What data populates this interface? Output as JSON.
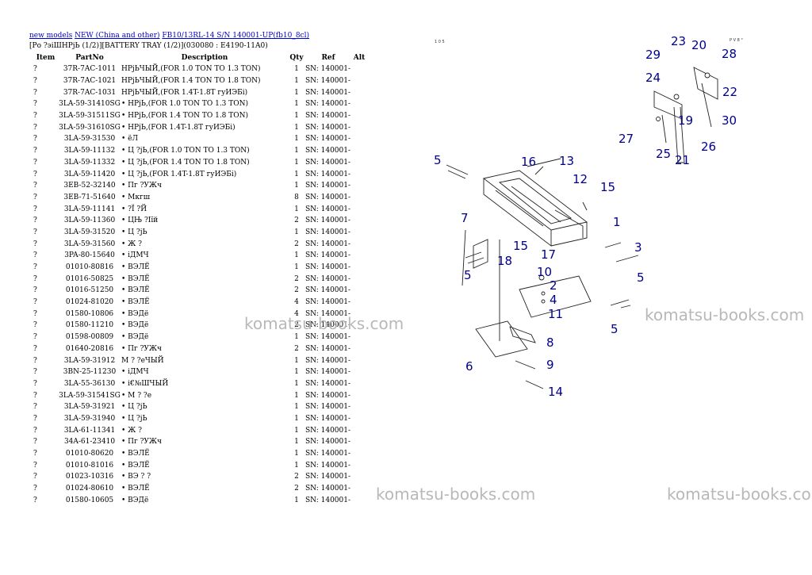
{
  "breadcrumb": {
    "link1": "new models",
    "link2": "NEW (China and other)",
    "link3": "FB10/13RL-14 S/N 140001-UP(fb10_8cl)"
  },
  "subtitle": "[Ро ?эіШНРjЬ (1/2)][BATTERY TRAY (1/2)](030080 : E4190-11A0)",
  "table": {
    "headers": {
      "item": "Item",
      "part": "PartNo",
      "desc": "Description",
      "qty": "Qty",
      "ref": "Ref",
      "alt": "Alt"
    },
    "rows": [
      {
        "item": "?",
        "part": "37R-7AC-1011",
        "desc": "НРjЬЧЫЙ,(FOR 1.0 TON TO 1.3 TON)",
        "qty": "1",
        "ref": "SN: 140001-"
      },
      {
        "item": "?",
        "part": "37R-7AC-1021",
        "desc": "НРjЬЧЫЙ,(FOR 1.4 TON TO 1.8 TON)",
        "qty": "1",
        "ref": "SN: 140001-"
      },
      {
        "item": "?",
        "part": "37R-7AC-1031",
        "desc": "НРjЬЧЫЙ,(FOR 1.4T-1.8T гуИЭБі)",
        "qty": "1",
        "ref": "SN: 140001-"
      },
      {
        "item": "?",
        "part": "3LA-59-31410SG",
        "desc": "• НРjЬ,(FOR 1.0 TON TO 1.3 TON)",
        "qty": "1",
        "ref": "SN: 140001-"
      },
      {
        "item": "?",
        "part": "3LA-59-31511SG",
        "desc": "• НРjЬ,(FOR 1.4 TON TO 1.8 TON)",
        "qty": "1",
        "ref": "SN: 140001-"
      },
      {
        "item": "?",
        "part": "3LA-59-31610SG",
        "desc": "• НРjЬ,(FOR 1.4T-1.8T гуИЭБі)",
        "qty": "1",
        "ref": "SN: 140001-"
      },
      {
        "item": "?",
        "part": "3LA-59-31530",
        "desc": "• ёЛ",
        "qty": "1",
        "ref": "SN: 140001-"
      },
      {
        "item": "?",
        "part": "3LA-59-11132",
        "desc": "• Ц ?jЬ,(FOR 1.0 TON TO 1.3 TON)",
        "qty": "1",
        "ref": "SN: 140001-"
      },
      {
        "item": "?",
        "part": "3LA-59-11332",
        "desc": "• Ц ?jЬ,(FOR 1.4 TON TO 1.8 TON)",
        "qty": "1",
        "ref": "SN: 140001-"
      },
      {
        "item": "?",
        "part": "3LA-59-11420",
        "desc": "• Ц ?jЬ,(FOR 1.4T-1.8T гуИЭБі)",
        "qty": "1",
        "ref": "SN: 140001-"
      },
      {
        "item": "?",
        "part": "3EB-52-32140",
        "desc": "• Пг ?УЖч",
        "qty": "1",
        "ref": "SN: 140001-"
      },
      {
        "item": "?",
        "part": "3EB-71-51640",
        "desc": "• Мкгш",
        "qty": "8",
        "ref": "SN: 140001-"
      },
      {
        "item": "?",
        "part": "3LA-59-11141",
        "desc": "• ?Ї ?Й",
        "qty": "1",
        "ref": "SN: 140001-"
      },
      {
        "item": "?",
        "part": "3LA-59-11360",
        "desc": "• ЦЊ ?Іїй",
        "qty": "2",
        "ref": "SN: 140001-"
      },
      {
        "item": "?",
        "part": "3LA-59-31520",
        "desc": "• Ц ?jЬ",
        "qty": "1",
        "ref": "SN: 140001-"
      },
      {
        "item": "?",
        "part": "3LA-59-31560",
        "desc": "• Ж ?",
        "qty": "2",
        "ref": "SN: 140001-"
      },
      {
        "item": "?",
        "part": "3PA-80-15640",
        "desc": "• іДМЧ",
        "qty": "1",
        "ref": "SN: 140001-"
      },
      {
        "item": "?",
        "part": "01010-80816",
        "desc": "• ВЭЛЁ",
        "qty": "1",
        "ref": "SN: 140001-"
      },
      {
        "item": "?",
        "part": "01016-50825",
        "desc": "• ВЭЛЁ",
        "qty": "2",
        "ref": "SN: 140001-"
      },
      {
        "item": "?",
        "part": "01016-51250",
        "desc": "• ВЭЛЁ",
        "qty": "2",
        "ref": "SN: 140001-"
      },
      {
        "item": "?",
        "part": "01024-81020",
        "desc": "• ВЭЛЁ",
        "qty": "4",
        "ref": "SN: 140001-"
      },
      {
        "item": "?",
        "part": "01580-10806",
        "desc": "• ВЭДё",
        "qty": "4",
        "ref": "SN: 140001-"
      },
      {
        "item": "?",
        "part": "01580-11210",
        "desc": "• ВЭДё",
        "qty": "2",
        "ref": "SN: 140001-"
      },
      {
        "item": "?",
        "part": "01598-00809",
        "desc": "• ВЭДё",
        "qty": "1",
        "ref": "SN: 140001-"
      },
      {
        "item": "?",
        "part": "01640-20816",
        "desc": "• Пг ?УЖч",
        "qty": "2",
        "ref": "SN: 140001-"
      },
      {
        "item": "?",
        "part": "3LA-59-31912",
        "desc": "М ? ?еЧЫЙ",
        "qty": "1",
        "ref": "SN: 140001-"
      },
      {
        "item": "?",
        "part": "3BN-25-11230",
        "desc": "• іДМЧ",
        "qty": "1",
        "ref": "SN: 140001-"
      },
      {
        "item": "?",
        "part": "3LA-55-36130",
        "desc": "• і€№ШЧЫЙ",
        "qty": "1",
        "ref": "SN: 140001-"
      },
      {
        "item": "?",
        "part": "3LA-59-31541SG",
        "desc": "• М ? ?е",
        "qty": "1",
        "ref": "SN: 140001-"
      },
      {
        "item": "?",
        "part": "3LA-59-31921",
        "desc": "• Ц ?jЬ",
        "qty": "1",
        "ref": "SN: 140001-"
      },
      {
        "item": "?",
        "part": "3LA-59-31940",
        "desc": "• Ц ?jЬ",
        "qty": "1",
        "ref": "SN: 140001-"
      },
      {
        "item": "?",
        "part": "3LA-61-11341",
        "desc": "• Ж ?",
        "qty": "1",
        "ref": "SN: 140001-"
      },
      {
        "item": "?",
        "part": "34A-61-23410",
        "desc": "• Пг ?УЖч",
        "qty": "1",
        "ref": "SN: 140001-"
      },
      {
        "item": "?",
        "part": "01010-80620",
        "desc": "• ВЭЛЁ",
        "qty": "1",
        "ref": "SN: 140001-"
      },
      {
        "item": "?",
        "part": "01010-81016",
        "desc": "• ВЭЛЁ",
        "qty": "1",
        "ref": "SN: 140001-"
      },
      {
        "item": "?",
        "part": "01023-10316",
        "desc": "• ВЭ ? ?",
        "qty": "2",
        "ref": "SN: 140001-"
      },
      {
        "item": "?",
        "part": "01024-80610",
        "desc": "• ВЭЛЁ",
        "qty": "2",
        "ref": "SN: 140001-"
      },
      {
        "item": "?",
        "part": "01580-10605",
        "desc": "• ВЭДё",
        "qty": "1",
        "ref": "SN: 140001-"
      }
    ]
  },
  "watermarks": [
    "komatsu-books.com",
    "komatsu-books.com",
    "komatsu-books.com",
    "komatsu-books.com"
  ],
  "diagram": {
    "page_marker": "1 0 5",
    "corner_marker": "P V 8 ° ",
    "callouts": [
      "1",
      "2",
      "3",
      "4",
      "5",
      "5",
      "5",
      "5",
      "6",
      "7",
      "8",
      "9",
      "10",
      "11",
      "12",
      "13",
      "14",
      "15",
      "15",
      "16",
      "17",
      "18",
      "19",
      "20",
      "21",
      "22",
      "23",
      "24",
      "25",
      "26",
      "27",
      "28",
      "29",
      "30"
    ],
    "colors": {
      "callout": "#00008b",
      "link": "#0000cc",
      "watermark": "#b8b8b8"
    }
  }
}
